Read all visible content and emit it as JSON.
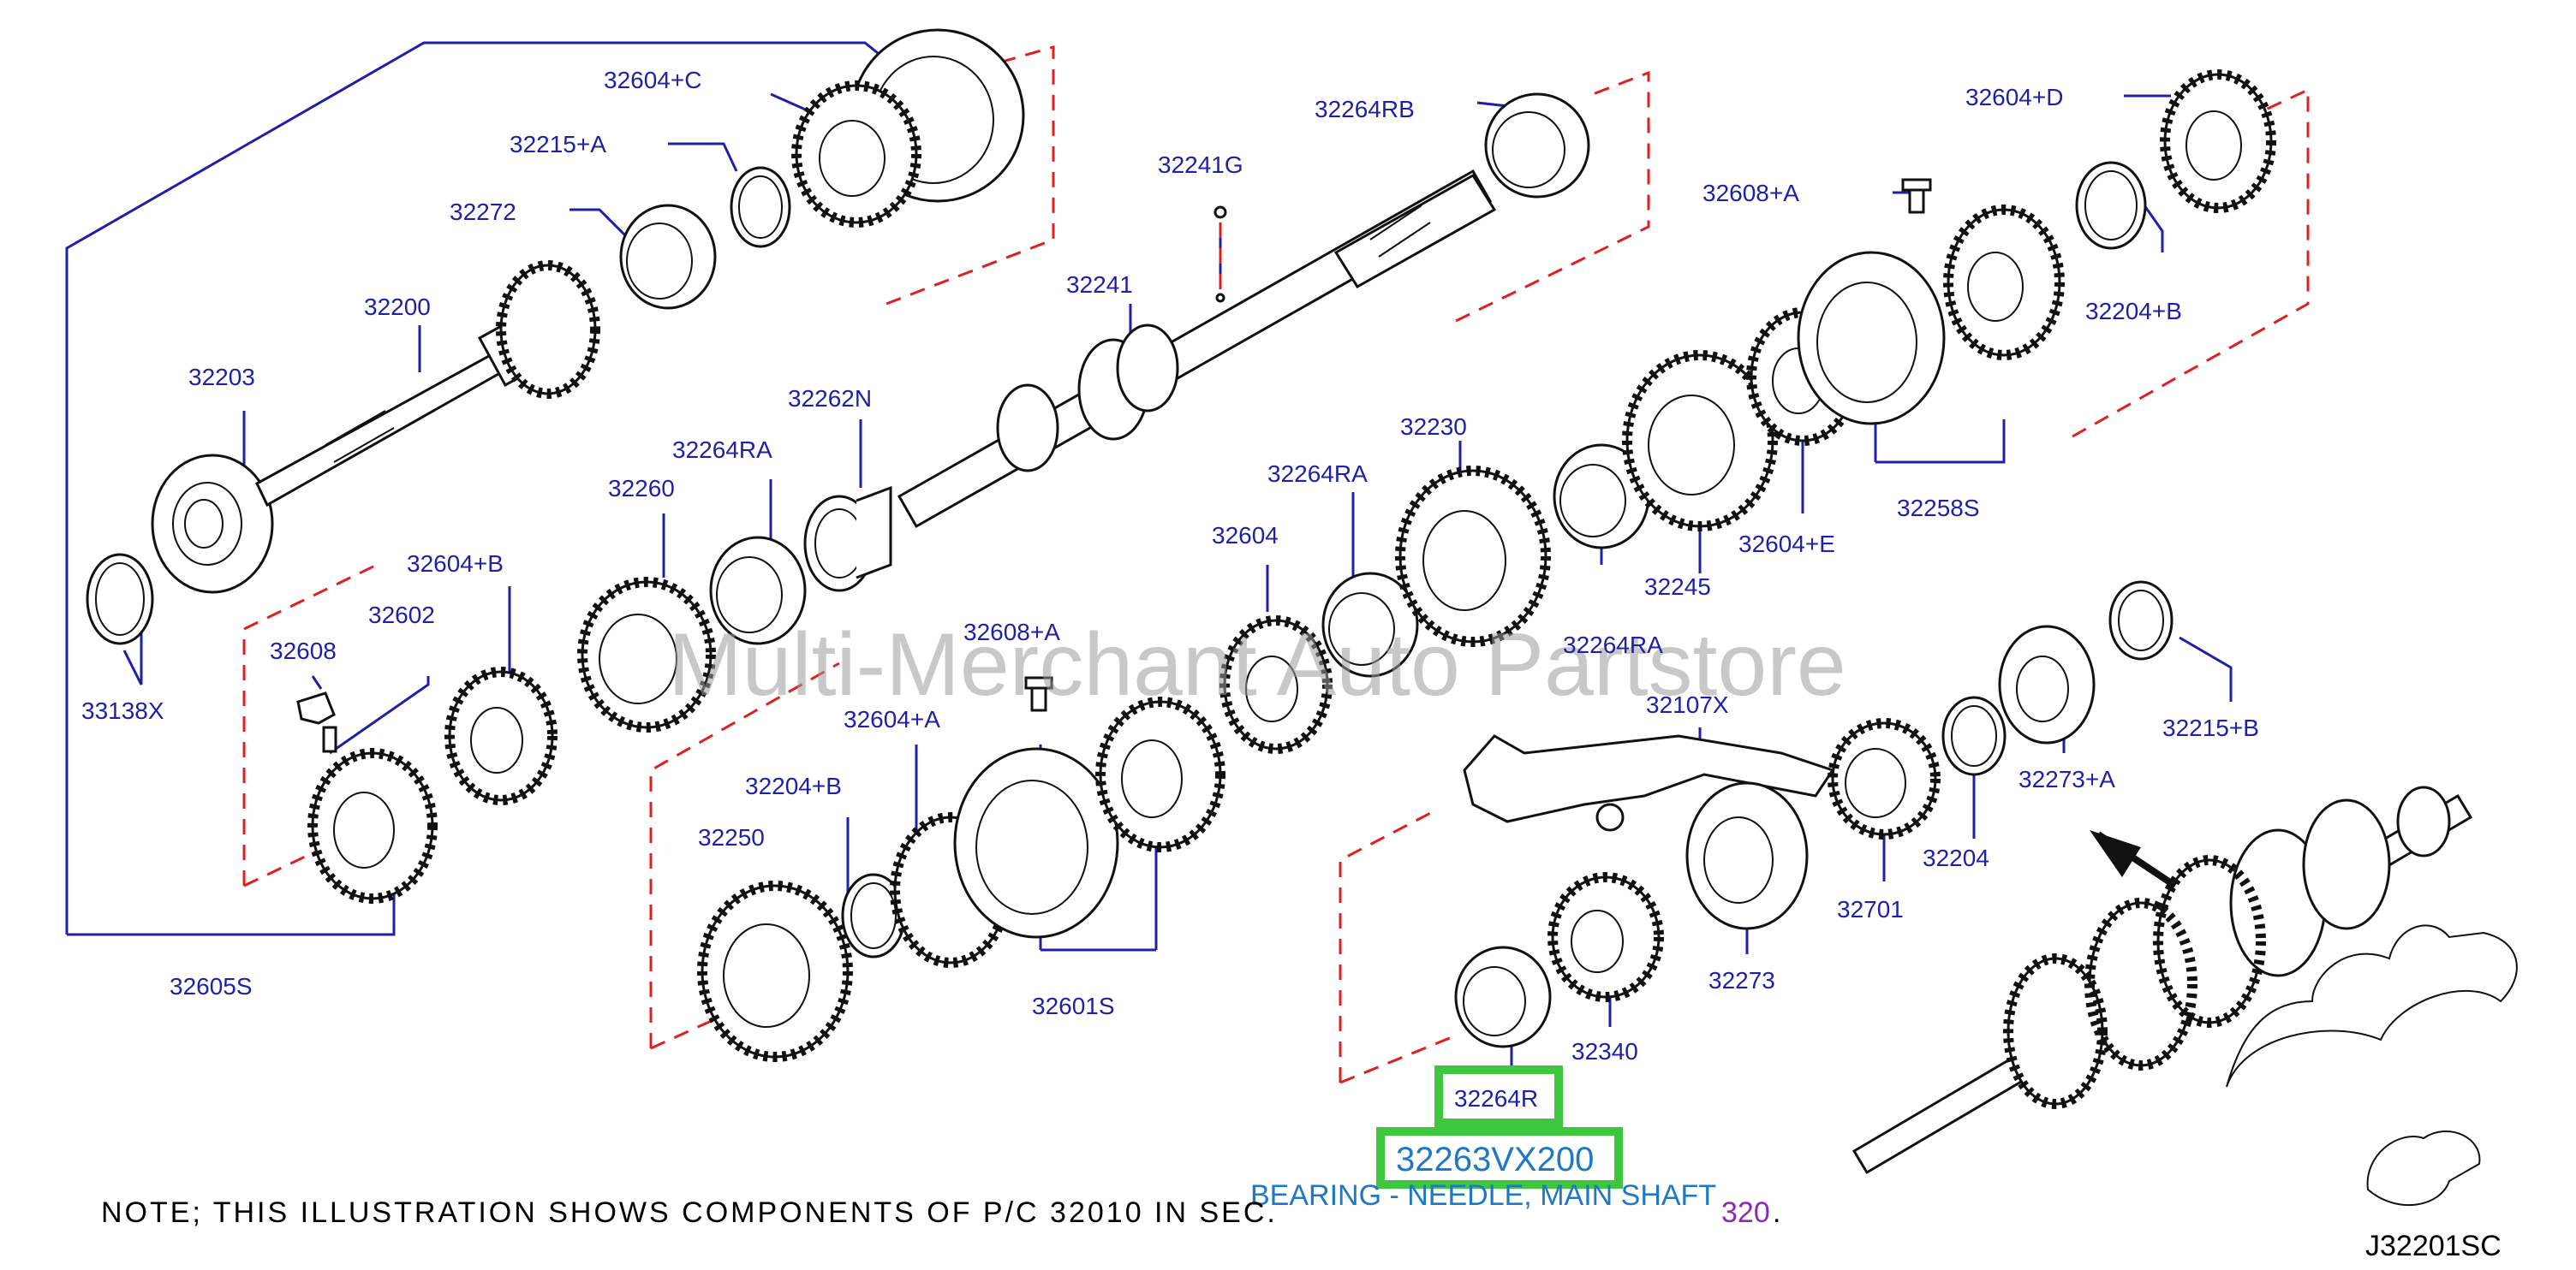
{
  "colors": {
    "leader": "#1f1fa8",
    "dashed_group": "#e02020",
    "highlight_border": "#3ec63e",
    "highlight_text": "#1e78c8",
    "section_link": "#8a2bb0",
    "watermark": "#9a9a9a"
  },
  "labels": {
    "l32604C": "32604+C",
    "l32215A": "32215+A",
    "l32272": "32272",
    "l32200": "32200",
    "l32203": "32203",
    "l33138X": "33138X",
    "l32604B": "32604+B",
    "l32608": "32608",
    "l32602": "32602",
    "l32605S": "32605S",
    "l32264RB": "32264RB",
    "l32241G": "32241G",
    "l32241": "32241",
    "l32262N": "32262N",
    "l32264RA_1": "32264RA",
    "l32260": "32260",
    "l32608A_1": "32608+A",
    "l32604A": "32604+A",
    "l32204B_1": "32204+B",
    "l32250": "32250",
    "l32601S": "32601S",
    "l32604": "32604",
    "l32264RA_2": "32264RA",
    "l32230": "32230",
    "l32245": "32245",
    "l32264RA_3": "32264RA",
    "l32604D": "32604+D",
    "l32608A_2": "32608+A",
    "l32204B_2": "32204+B",
    "l32604E": "32604+E",
    "l32258S": "32258S",
    "l32107X": "32107X",
    "l32215B": "32215+B",
    "l32273A": "32273+A",
    "l32204": "32204",
    "l32701": "32701",
    "l32273": "32273",
    "l32340": "32340",
    "l32264R": "32264R"
  },
  "highlight": {
    "part_number": "32263VX200",
    "description": "BEARING - NEEDLE, MAIN SHAFT"
  },
  "note": {
    "text": "NOTE;  THIS  ILLUSTRATION  SHOWS  COMPONENTS  OF  P/C  32010  IN  SEC.",
    "section": "320",
    "trail": "."
  },
  "diagram_code": "J32201SC",
  "watermark": "Multi-Merchant Auto Partstore"
}
